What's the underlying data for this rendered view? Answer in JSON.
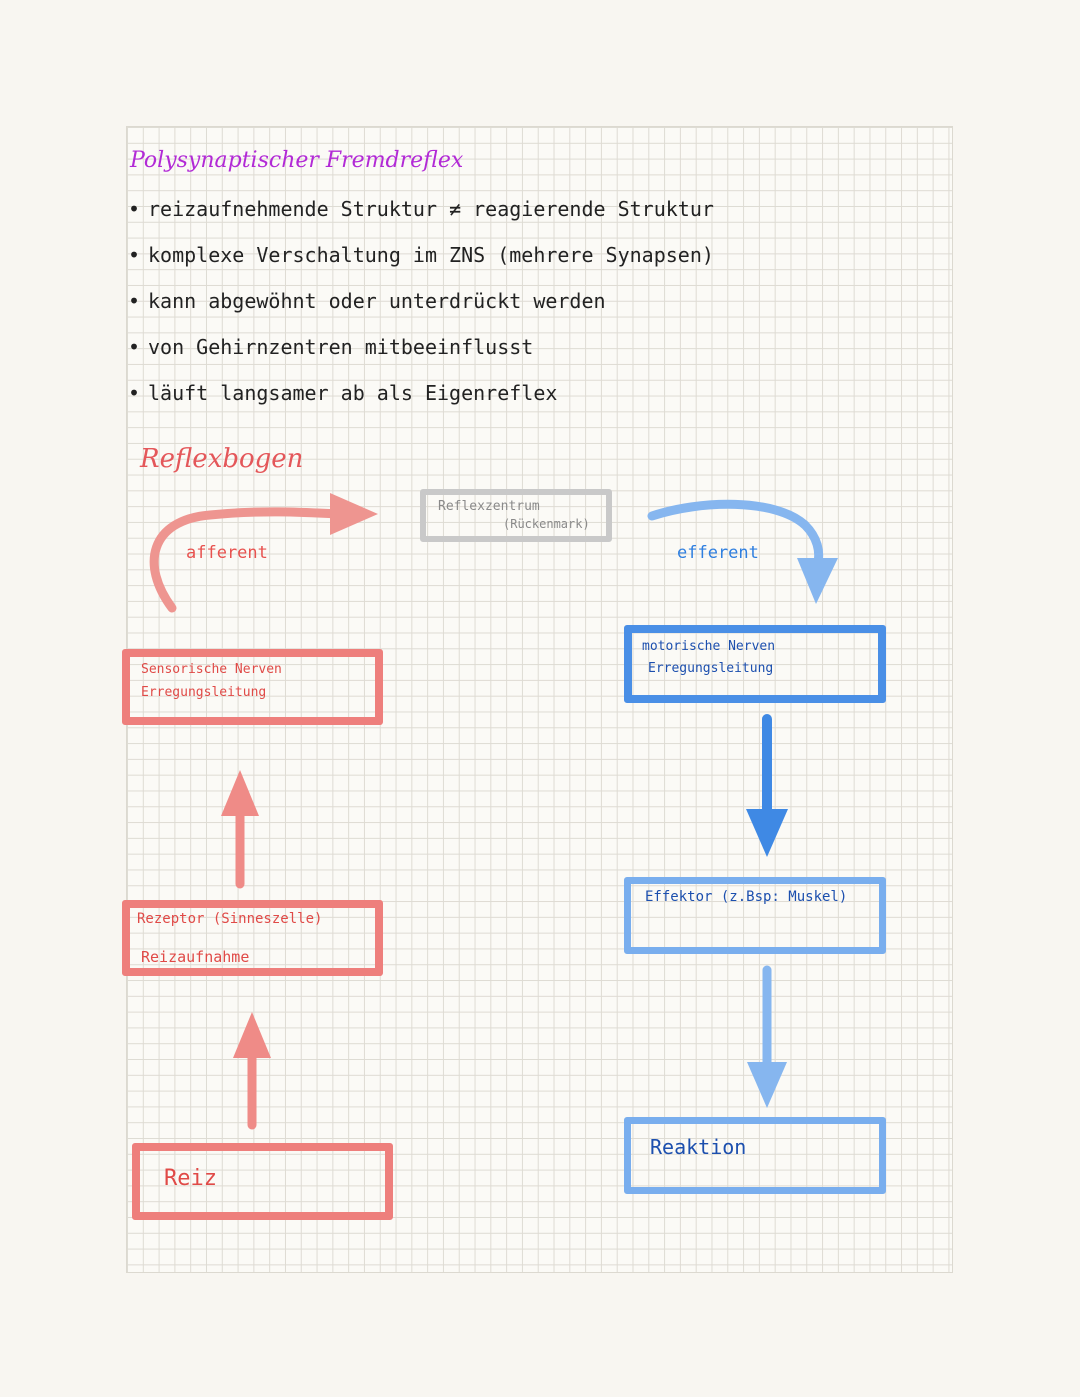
{
  "notes": {
    "title": "Polysynaptischer Fremdreflex",
    "bullets": [
      "reizaufnehmende Struktur ≠ reagierende Struktur",
      "komplexe Verschaltung im ZNS (mehrere Synapsen)",
      "kann abgewöhnt oder unterdrückt werden",
      "von Gehirnzentren mitbeeinflusst",
      "läuft langsamer ab als Eigenreflex"
    ]
  },
  "diagram": {
    "heading": "Reflexbogen",
    "center": {
      "line1": "Reflexzentrum",
      "line2": "(Rückenmark)"
    },
    "afferent_label": "afferent",
    "efferent_label": "efferent",
    "left_boxes": [
      {
        "line1": "Sensorische Nerven",
        "line2": "Erregungsleitung"
      },
      {
        "line1": "Rezeptor (Sinneszelle)",
        "line2": "Reizaufnahme"
      },
      {
        "line1": "Reiz"
      }
    ],
    "right_boxes": [
      {
        "line1": "motorische Nerven",
        "line2": "Erregungsleitung"
      },
      {
        "line1": "Effektor (z.Bsp: Muskel)"
      },
      {
        "line1": "Reaktion"
      }
    ]
  },
  "colors": {
    "title": "#b22ad6",
    "afferent_red": "#ee7f7c",
    "efferent_blue": "#4a8fe6",
    "efferent_light_blue": "#79aeee",
    "center_grey": "#c9c9c9"
  }
}
